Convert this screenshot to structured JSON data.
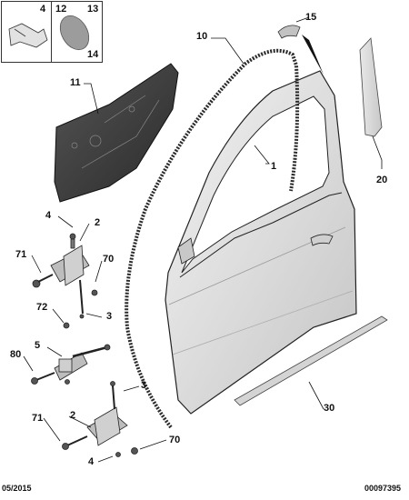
{
  "inset": {
    "labels": [
      "4",
      "12",
      "13",
      "14"
    ]
  },
  "callouts": {
    "c15": "15",
    "c10": "10",
    "c11": "11",
    "c1": "1",
    "c20": "20",
    "c4a": "4",
    "c2a": "2",
    "c71a": "71",
    "c70a": "70",
    "c72": "72",
    "c3a": "3",
    "c5": "5",
    "c80": "80",
    "c3b": "3",
    "c2b": "2",
    "c71b": "71",
    "c70b": "70",
    "c4b": "4",
    "c30": "30"
  },
  "footer": {
    "date": "05/2015",
    "ref": "00097395"
  },
  "colors": {
    "line": "#111111",
    "door_fill": "#d8d8d8",
    "door_light": "#ececec",
    "seal": "#2b2b2b",
    "panel": "#3a3a3a",
    "strip": "#d9d9d9",
    "inset_disc": "#9c9c9c"
  }
}
